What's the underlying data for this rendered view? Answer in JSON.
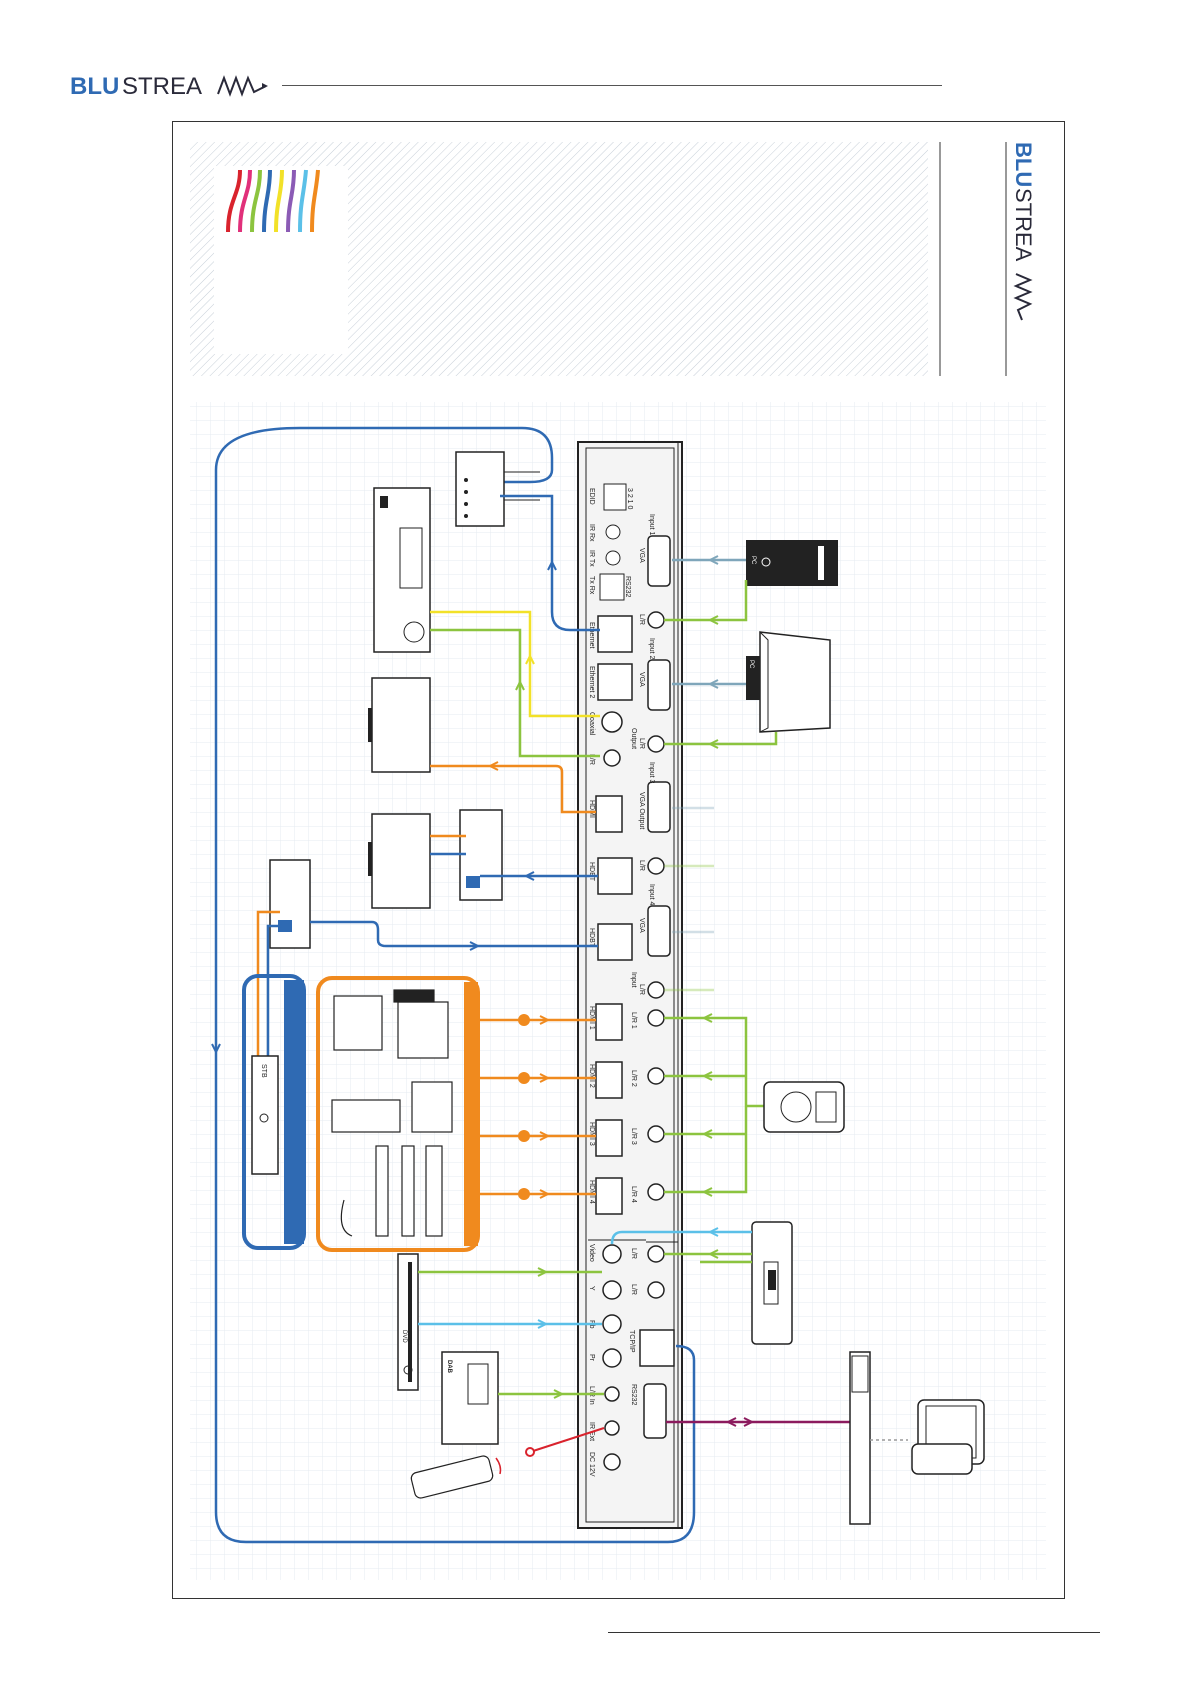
{
  "brand": {
    "wordmark_bold": "BLU",
    "wordmark_light": "STREA"
  },
  "matrix": {
    "port_labels": {
      "edid": "EDID",
      "edid_pins": "3 2 1 0",
      "ir_rx": "IR Rx",
      "ir_tx": "IR Tx",
      "rs232_top": "RS232",
      "rs232_pins": "Tx Rx",
      "ethernet": "Ethernet",
      "ethernet2": "Ethernet 2",
      "coaxial": "Coaxial",
      "lr": "L/R",
      "output": "Output",
      "hdmi": "HDMI",
      "hdbt": "HDBT",
      "hdbt_in": "HDBT",
      "input": "Input",
      "vga": "VGA",
      "vga_output": "VGA Output",
      "input1": "Input 1",
      "input2": "Input 2",
      "input3": "Input 3",
      "input4": "Input 4",
      "hdmi1": "HDMI 1",
      "hdmi2": "HDMI 2",
      "hdmi3": "HDMI 3",
      "hdmi4": "HDMI 4",
      "lr1": "L/R 1",
      "lr2": "L/R 2",
      "lr3": "L/R 3",
      "lr4": "L/R 4",
      "video": "Video",
      "y": "Y",
      "pb": "Pb",
      "pr": "Pr",
      "tcpip": "TCP/IP",
      "lr_in": "L/R In",
      "ir_ext": "IR Ext",
      "rs232": "RS232",
      "dc12v": "DC 12V"
    }
  },
  "devices": {
    "pc_label": "PC",
    "laptop_label": "PC",
    "stb_label": "STB",
    "dvd_label": "DVD",
    "dab_label": "DAB"
  },
  "colors": {
    "blue": "#2f6ab3",
    "orange": "#f08a1e",
    "green": "#8cc43f",
    "yellow": "#f2e128",
    "lightblue": "#5bc0e8",
    "grayblue": "#7fa6ba",
    "purple": "#8b1b5e",
    "red": "#d9232d"
  }
}
